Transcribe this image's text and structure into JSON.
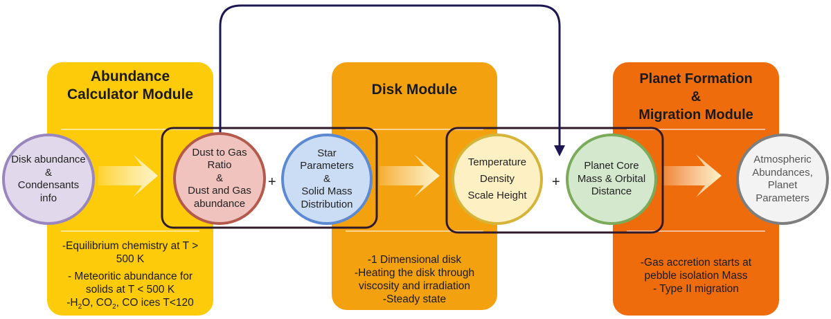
{
  "modules": {
    "abundance": {
      "title_lines": [
        "Abundance",
        "Calculator Module"
      ],
      "notes": [
        {
          "main": "-Equilibrium chemistry at T >"
        },
        {
          "main": "500 K"
        },
        {
          "main": "- Meteoritic abundance for"
        },
        {
          "main": "solids at T < 500 K"
        },
        {
          "pre": "-H",
          "sub1": "2",
          "mid": "O, CO",
          "sub2": "2",
          "post": ", CO ices T<120"
        }
      ],
      "color": "#FDCB0A"
    },
    "disk": {
      "title_lines": [
        "Disk Module"
      ],
      "notes": [
        "-1 Dimensional disk",
        "-Heating the disk through",
        "viscosity and irradiation",
        "-Steady state"
      ],
      "color": "#F4A10F"
    },
    "planet": {
      "title_lines": [
        "Planet Formation",
        "&",
        "Migration Module"
      ],
      "notes": [
        "-Gas accretion starts at",
        "pebble isolation Mass",
        "- Type II migration"
      ],
      "color": "#EE6C0C"
    }
  },
  "nodes": {
    "disk_abundance": {
      "lines": [
        "Disk abundance",
        "&",
        "Condensants",
        "info"
      ],
      "fill": "#E2D8EB",
      "stroke": "#9A86BE"
    },
    "dust_to_gas": {
      "lines": [
        "Dust to Gas",
        "Ratio",
        "&",
        "Dust and Gas",
        "abundance"
      ],
      "fill": "#F0C3BE",
      "stroke": "#B45A4C"
    },
    "star_params": {
      "lines": [
        "Star",
        "Parameters",
        "&",
        "Solid Mass",
        "Distribution"
      ],
      "fill": "#CBDDF5",
      "stroke": "#5C8AD2"
    },
    "temperature": {
      "lines": [
        "Temperature",
        "Density",
        "Scale Height"
      ],
      "fill": "#FDF0C2",
      "stroke": "#D6B43A"
    },
    "planet_core": {
      "lines": [
        "Planet Core",
        "Mass & Orbital",
        "Distance"
      ],
      "fill": "#D3E8CD",
      "stroke": "#7AAA5A"
    },
    "atmospheric": {
      "lines": [
        "Atmospheric",
        "Abundances,",
        "Planet",
        "Parameters"
      ],
      "fill": "#F3F3F3",
      "stroke": "#7E7E7E"
    }
  },
  "operators": {
    "plus_1": "+",
    "plus_2": "+"
  },
  "colors": {
    "connector": "#1C1752",
    "group_box": "#2E1A2A",
    "arrow_fill": "#FDF3C6"
  }
}
